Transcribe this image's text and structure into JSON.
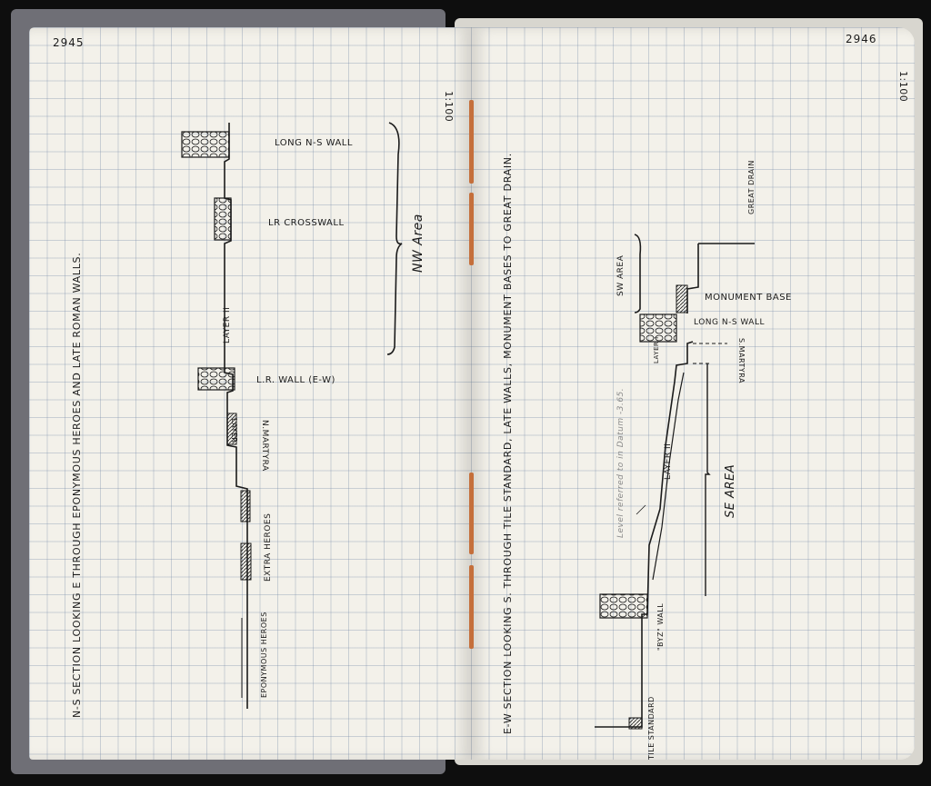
{
  "notebook": {
    "left_page": {
      "page_number": "2945",
      "scale": "1:100",
      "title": "N-S SECTION LOOKING E THROUGH EPONYMOUS HEROES AND LATE ROMAN WALLS.",
      "labels": {
        "long_ns_wall": "LONG N-S WALL",
        "lr_crosswall": "LR CROSSWALL",
        "nw_area": "NW Area",
        "layer_ii": "LAYER II",
        "lr_wall": "L.R. WALL (E-W)",
        "layer_small": "LAYER",
        "n_martyra": "N.MARTYRA",
        "extra_heroes": "EXTRA HEROES",
        "eponymous_heroes": "EPONYMOUS HEROES"
      }
    },
    "right_page": {
      "page_number": "2946",
      "scale": "1:100",
      "title": "E-W SECTION LOOKING S. THROUGH TILE STANDARD, LATE WALLS, MONUMENT BASES TO GREAT DRAIN.",
      "labels": {
        "great_drain": "GREAT DRAIN",
        "sw_area": "SW AREA",
        "monument_base": "MONUMENT BASE",
        "long_ns_wall": "LONG N-S WALL",
        "layer_small": "LAYER I",
        "s_martyra": "S.MARTYRA",
        "level_note": "Level referred to in Datum -3.65.",
        "layer_ii": "LAYER II",
        "se_area": "SE AREA",
        "byz_wall": "\"BYZ\" WALL",
        "tile_standard": "TILE STANDARD"
      }
    }
  }
}
